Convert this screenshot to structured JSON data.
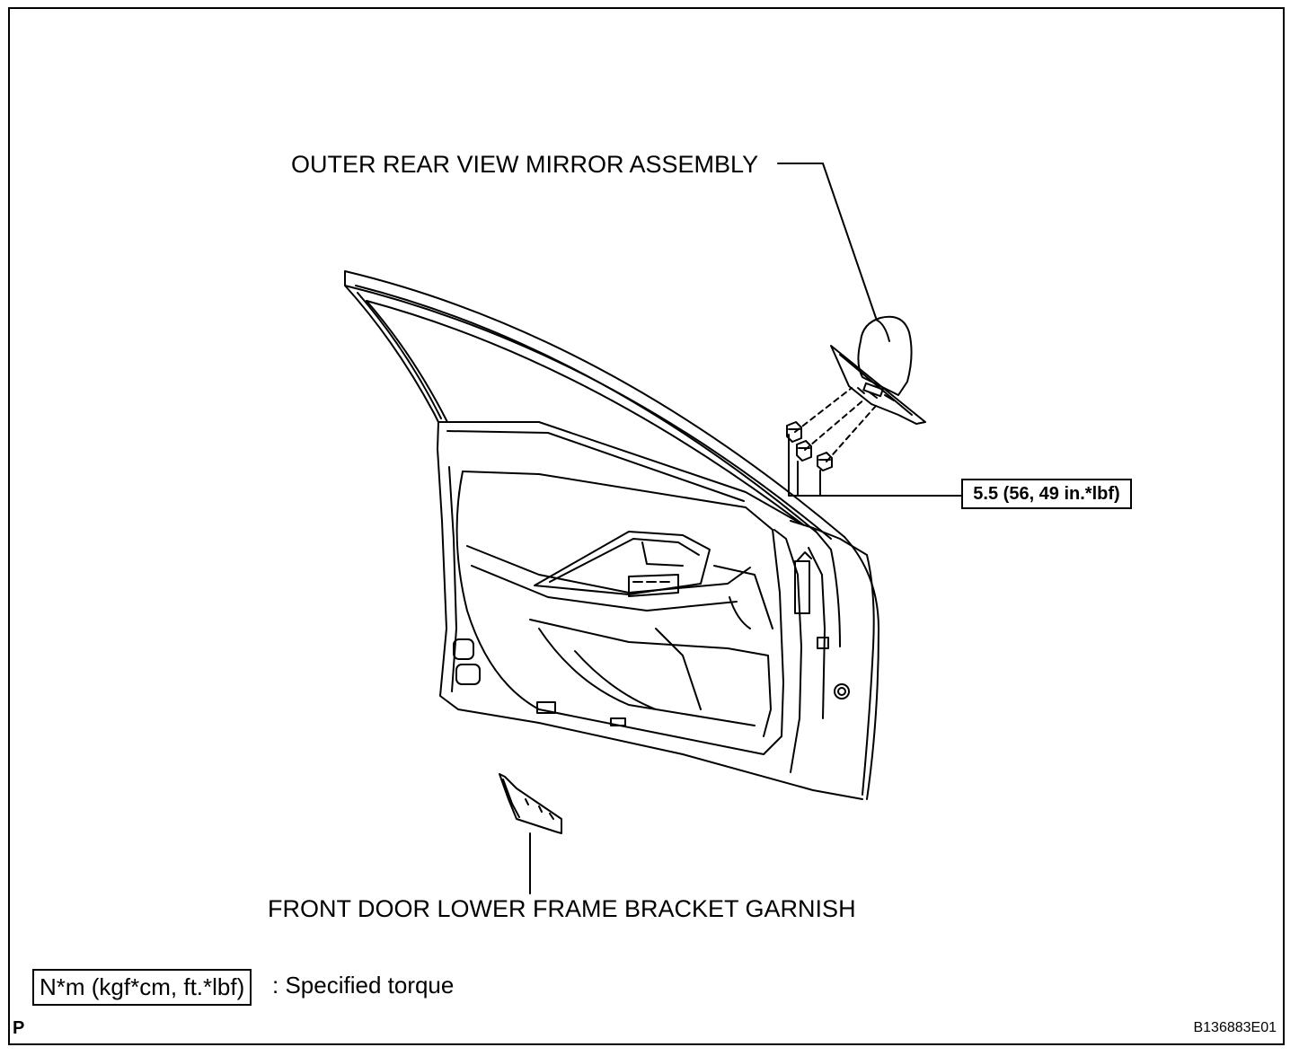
{
  "labels": {
    "mirror": "OUTER REAR VIEW MIRROR ASSEMBLY",
    "garnish": "FRONT DOOR LOWER FRAME BRACKET GARNISH"
  },
  "torque": {
    "value": "5.5 (56, 49 in.*lbf)"
  },
  "legend": {
    "unit": "N*m (kgf*cm, ft.*lbf)",
    "description": ": Specified torque"
  },
  "corner": {
    "letter": "P",
    "figure_id": "B136883E01"
  }
}
